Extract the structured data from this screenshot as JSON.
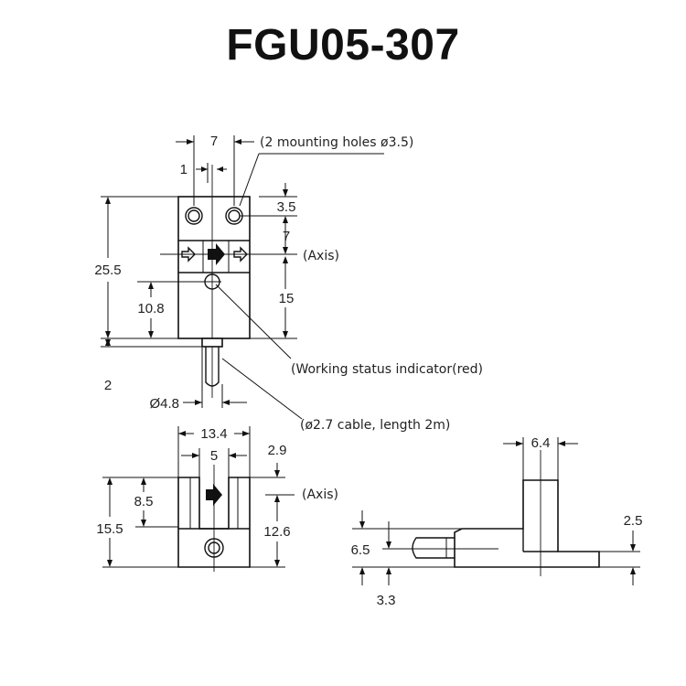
{
  "title": "FGU05-307",
  "colors": {
    "line": "#111111",
    "text": "#222222",
    "background": "#ffffff"
  },
  "top_view": {
    "dims": {
      "hole_pitch": "7",
      "hole_offset": "1",
      "hole_top": "3.5",
      "axis_offset": "7",
      "height": "25.5",
      "indicator_height": "10.8",
      "axis_to_bottom": "15",
      "neck": "2",
      "cable_dia": "Ø4.8"
    },
    "notes": {
      "mounting_holes": "(2 mounting holes  ø3.5)",
      "axis": "(Axis)",
      "indicator": "(Working status indicator(red)",
      "cable": "(ø2.7 cable, length 2m)"
    }
  },
  "front_view": {
    "dims": {
      "width": "13.4",
      "slot_width": "5",
      "slot_offset": "2.9",
      "axis_height": "8.5",
      "height": "15.5",
      "slot_depth": "12.6"
    },
    "notes": {
      "axis": "(Axis)"
    }
  },
  "side_view": {
    "dims": {
      "top_width": "6.4",
      "cable_height": "6.5",
      "foot_height": "2.5",
      "base_height": "3.3"
    }
  }
}
